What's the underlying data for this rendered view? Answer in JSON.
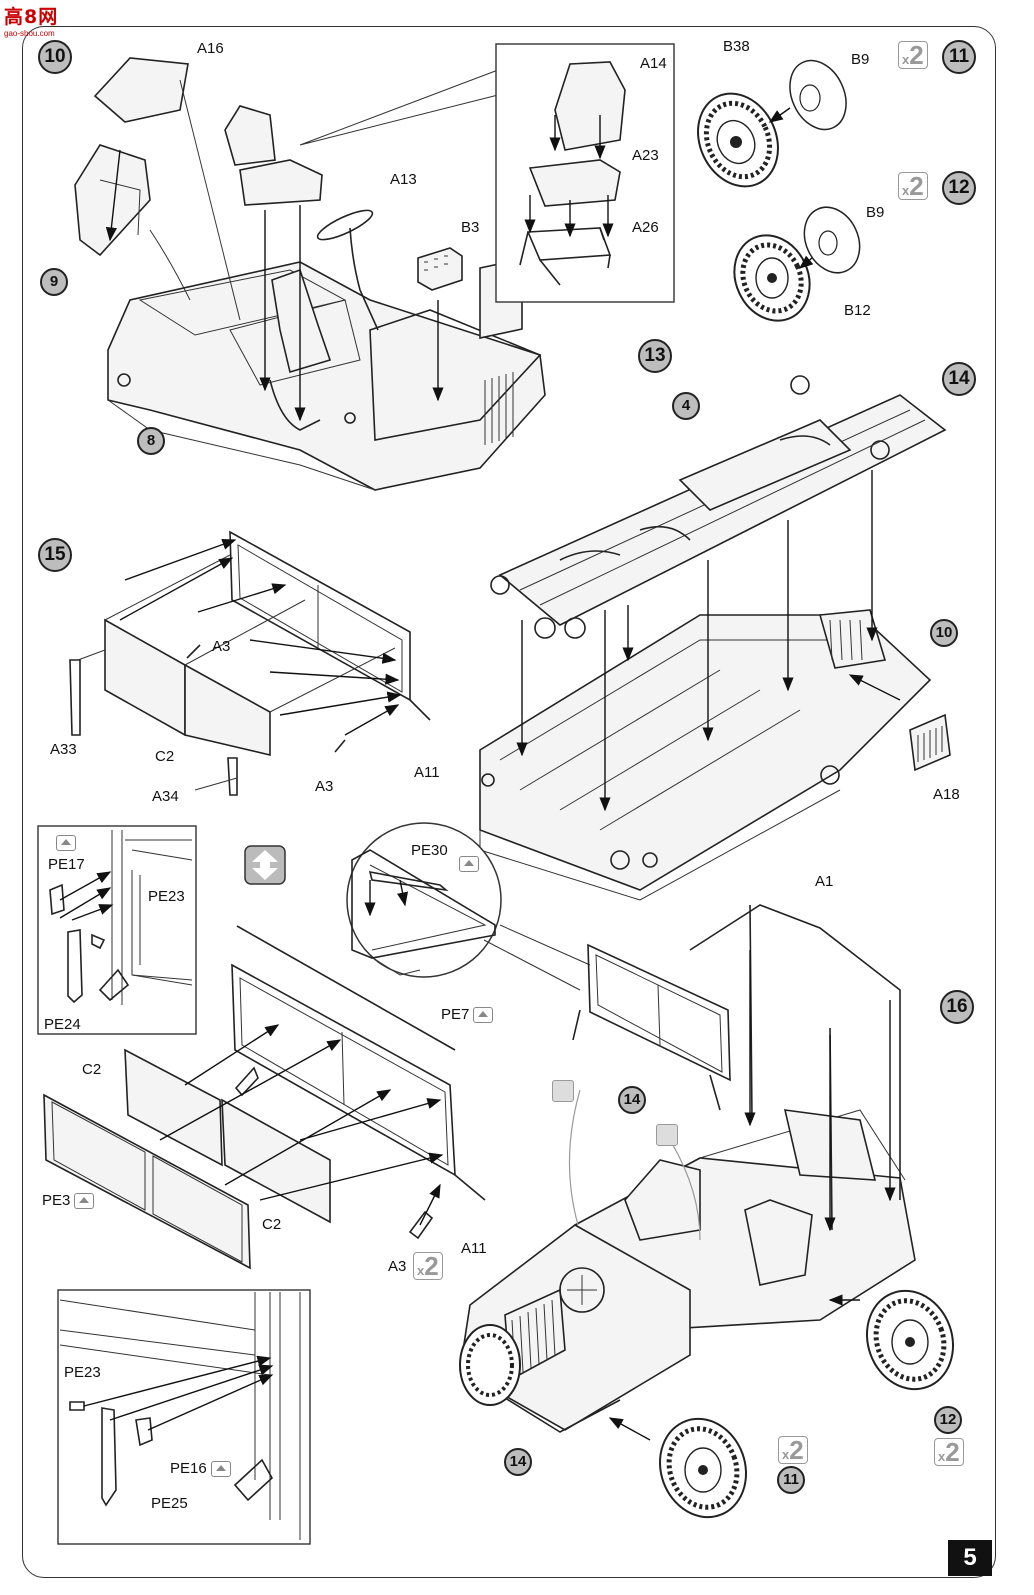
{
  "logo": {
    "text": "高8网",
    "url_text": "gao-shou.com"
  },
  "page_number": "5",
  "steps": {
    "s10": "10",
    "s11": "11",
    "s12": "12",
    "s13": "13",
    "s14": "14",
    "s15": "15",
    "s16": "16",
    "sub8": "8",
    "sub9": "9",
    "sub4": "4",
    "sub10": "10",
    "sub14a": "14",
    "sub14b": "14",
    "sub11": "11",
    "sub12": "12"
  },
  "multipliers": {
    "prefix": "x",
    "count": "2"
  },
  "parts": {
    "A16": "A16",
    "A14": "A14",
    "A23": "A23",
    "A26": "A26",
    "A13": "A13",
    "B3": "B3",
    "B38": "B38",
    "B9a": "B9",
    "B9b": "B9",
    "B12": "B12",
    "A3a": "A3",
    "A3b": "A3",
    "A3c": "A3",
    "A33": "A33",
    "A34": "A34",
    "C2a": "C2",
    "C2b": "C2",
    "C2c": "C2",
    "A11a": "A11",
    "A11b": "A11",
    "A18": "A18",
    "A1": "A1",
    "PE17": "PE17",
    "PE23a": "PE23",
    "PE24": "PE24",
    "PE30": "PE30",
    "PE7": "PE7",
    "PE3": "PE3",
    "PE23b": "PE23",
    "PE16": "PE16",
    "PE25": "PE25"
  },
  "icons": [
    "photo-etch-icon",
    "flip-over-icon",
    "optional-part-icon"
  ]
}
